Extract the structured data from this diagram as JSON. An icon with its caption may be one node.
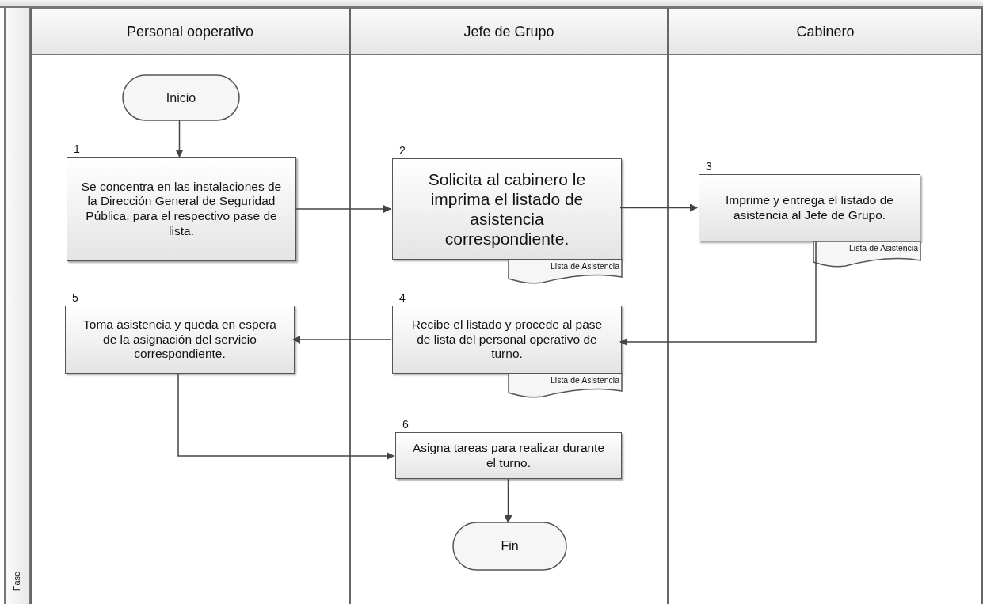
{
  "diagram": {
    "nodes": [
      {
        "text": [
          "Personal ooperativo"
        ]
      },
      {
        "text": [
          "Jefe de Grupo"
        ]
      },
      {
        "text": [
          "Cabinero"
        ]
      },
      {
        "text": [
          "Inicio"
        ],
        "in": 0
      },
      {
        "text": [
          "Se concentra en las instalaciones de la Dirección General de Seguridad Pública. para el respectivo pase de lista."
        ],
        "in": 0,
        "beside": [
          "1"
        ]
      },
      {
        "text": [
          "Solicita al cabinero le imprima el listado de asistencia correspondiente."
        ],
        "in": 1,
        "beside": [
          "2"
        ]
      },
      {
        "text": [
          "Lista de Asistencia"
        ],
        "in": 1
      },
      {
        "text": [
          "Imprime y entrega el listado de asistencia al Jefe de Grupo."
        ],
        "in": 2,
        "beside": [
          "3"
        ]
      },
      {
        "text": [
          "Lista de Asistencia"
        ],
        "in": 2
      },
      {
        "text": [
          "Recibe el listado y procede al pase de lista del personal operativo de turno."
        ],
        "in": 1,
        "beside": [
          "4"
        ]
      },
      {
        "text": [
          "Lista de Asistencia"
        ],
        "in": 1
      },
      {
        "text": [
          "Toma asistencia y queda en espera de la asignación del servicio correspondiente."
        ],
        "in": 0,
        "beside": [
          "5"
        ]
      },
      {
        "text": [
          "Asigna tareas para realizar durante el turno."
        ],
        "in": 1,
        "beside": [
          "6"
        ]
      },
      {
        "text": [
          "Fin"
        ],
        "in": 1
      }
    ],
    "edges": [
      {
        "from": 3,
        "to": 4,
        "arrow": "to"
      },
      {
        "from": 4,
        "to": 5,
        "arrow": "to"
      },
      {
        "from": 5,
        "to": 7,
        "arrow": "to"
      },
      {
        "from": 7,
        "to": 9,
        "arrow": "to"
      },
      {
        "from": 9,
        "to": 11,
        "arrow": "to"
      },
      {
        "from": 11,
        "to": 12,
        "arrow": "to"
      },
      {
        "from": 12,
        "to": 13,
        "arrow": "to"
      }
    ],
    "labels": [
      "Fase"
    ]
  }
}
